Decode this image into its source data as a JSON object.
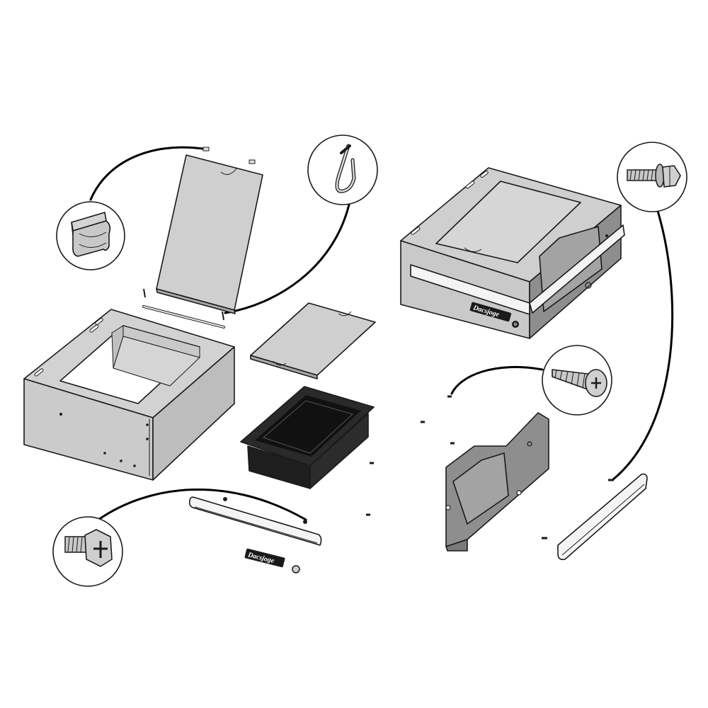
{
  "diagram": {
    "brand_logo_text": "Dacsjoge",
    "colors": {
      "background": "#ffffff",
      "metal_light": "#d8d8d8",
      "metal_mid": "#c4c4c4",
      "metal_dark": "#9a9a9a",
      "plastic_dark": "#8c8c8c",
      "drawer_black": "#1e1e1e",
      "handle_white": "#f4f4f4",
      "outline": "#1a1a1a"
    },
    "detail_callouts": [
      {
        "name": "clip-detail-callout",
        "icon": "plastic-clip-icon"
      },
      {
        "name": "r-clip-pin-detail-callout",
        "icon": "r-clip-pin-icon"
      },
      {
        "name": "flange-bolt-detail-callout",
        "icon": "hex-flange-bolt-icon"
      },
      {
        "name": "self-tapping-screw-detail-callout",
        "icon": "phillips-screw-icon"
      },
      {
        "name": "hex-phillips-bolt-detail-callout",
        "icon": "hex-phillips-bolt-icon"
      }
    ]
  }
}
